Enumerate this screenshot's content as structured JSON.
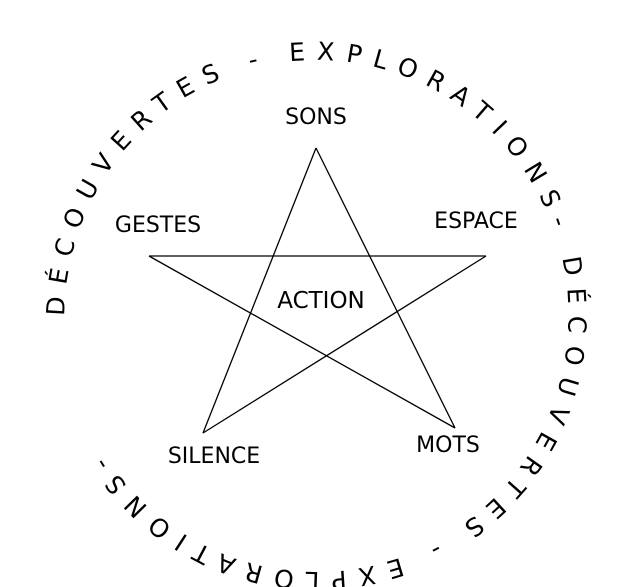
{
  "diagram": {
    "center_label": "ACTION",
    "nodes": {
      "top": "SONS",
      "right": "ESPACE",
      "bottom_right": "MOTS",
      "bottom_left": "SILENCE",
      "left": "GESTES"
    },
    "ring_text": "DÉCOUVERTES - EXPLORATIONS- DÉCOUVERTES - EXPLORATIONS-",
    "colors": {
      "line": "#000000",
      "text": "#000000",
      "background": "#ffffff"
    }
  }
}
